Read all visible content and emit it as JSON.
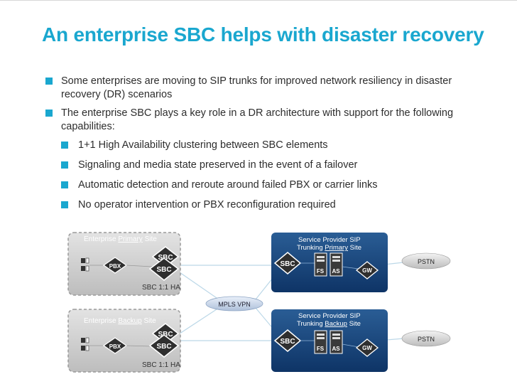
{
  "slide": {
    "title": "An enterprise SBC helps with disaster recovery",
    "bullets": [
      "Some enterprises are moving to SIP trunks for improved network resiliency in disaster recovery (DR) scenarios",
      "The enterprise SBC plays a key role in a DR architecture with support for the following capabilities:"
    ],
    "sub_bullets": [
      "1+1 High Availability clustering between SBC elements",
      "Signaling and media state preserved in the event of a failover",
      "Automatic detection and reroute around failed PBX or carrier links",
      "No operator intervention or PBX reconfiguration required"
    ]
  },
  "diagram": {
    "primary_site": {
      "prefix": "Enterprise ",
      "name": "Primary",
      "suffix": " Site",
      "ha_label": "SBC 1:1 HA"
    },
    "backup_site": {
      "prefix": "Enterprise ",
      "name": "Backup",
      "suffix": " Site",
      "ha_label": "SBC 1:1 HA"
    },
    "sp_primary": {
      "line1": "Service Provider SIP",
      "line2_pre": "Trunking ",
      "line2_name": "Primary",
      "line2_post": " Site"
    },
    "sp_backup": {
      "line1": "Service Provider SIP",
      "line2_pre": "Trunking ",
      "line2_name": "Backup",
      "line2_post": " Site"
    },
    "labels": {
      "pbx": "PBX",
      "sbc": "SBC",
      "fs": "FS",
      "as": "AS",
      "gw": "GW",
      "pstn": "PSTN",
      "mpls": "MPLS VPN"
    }
  }
}
